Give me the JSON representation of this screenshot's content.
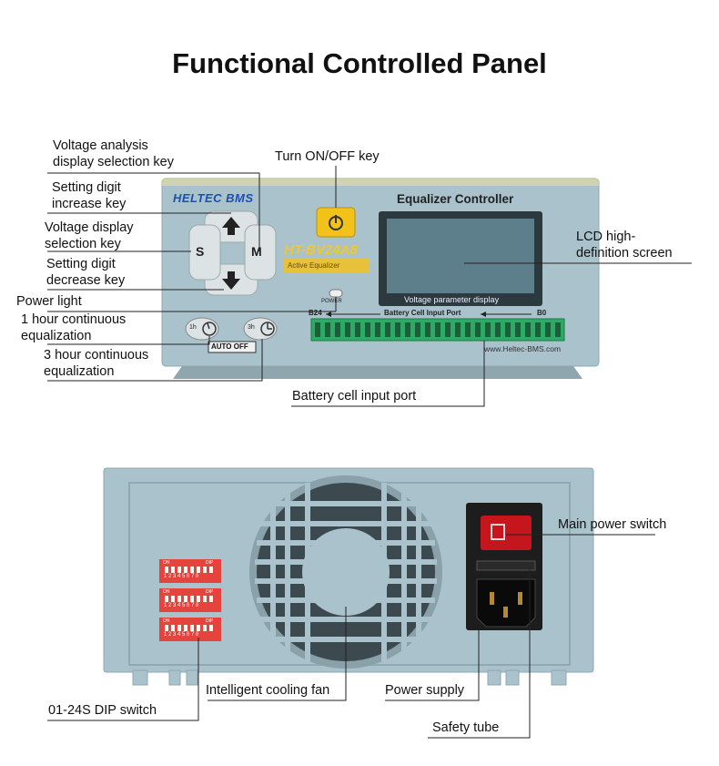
{
  "title": "Functional Controlled  Panel",
  "front_panel": {
    "brand": "HELTEC BMS",
    "model": "HT-BV24A8",
    "subtitle": "Active Equalizer",
    "device_title": "Equalizer Controller",
    "screen_caption": "Voltage parameter display",
    "key_s": "S",
    "key_m": "M",
    "power_text": "POWER",
    "port_left": "B24",
    "port_label": "Battery Cell Input Port",
    "port_right": "B0",
    "btn_1h": "1h",
    "btn_3h": "3h",
    "auto_off": "AUTO OFF",
    "website": "www.Heltec-BMS.com"
  },
  "back_panel": {
    "dip_on": "ON",
    "dip_label": "DIP",
    "dip_numbers": "1 2 3 4 5 6 7 8"
  },
  "labels": {
    "voltage_analysis_1": "Voltage analysis",
    "voltage_analysis_2": "display selection key",
    "turn_on_off": "Turn ON/OFF key",
    "increase_1": "Setting digit",
    "increase_2": "increase key",
    "voltage_display_1": "Voltage display",
    "voltage_display_2": "selection key",
    "decrease_1": "Setting digit",
    "decrease_2": "decrease key",
    "power_light": "Power light",
    "one_hour_1": "1 hour continuous",
    "one_hour_2": "equalization",
    "three_hour_1": "3 hour continuous",
    "three_hour_2": "equalization",
    "lcd_1": "LCD high-",
    "lcd_2": "definition screen",
    "battery_port": "Battery cell input port",
    "main_switch": "Main power switch",
    "cooling_fan": "Intelligent cooling fan",
    "power_supply": "Power supply",
    "dip_switch": "01-24S DIP switch",
    "safety_tube": "Safety tube"
  }
}
